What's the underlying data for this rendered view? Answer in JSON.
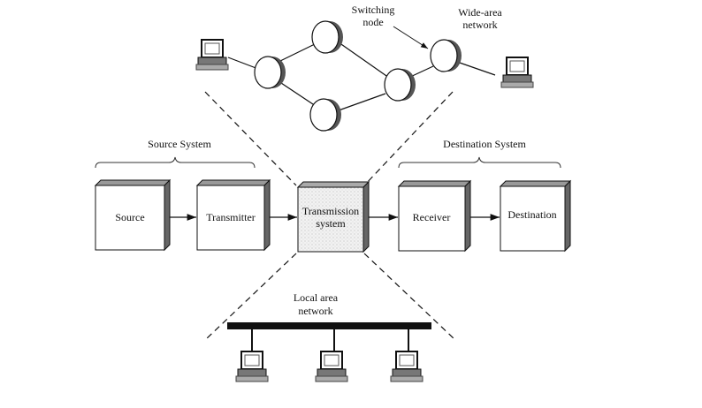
{
  "wan": {
    "label_line1": "Wide-area",
    "label_line2": "network",
    "switching_line1": "Switching",
    "switching_line2": "node"
  },
  "source_system": {
    "label": "Source System"
  },
  "destination_system": {
    "label": "Destination System"
  },
  "blocks": {
    "source": "Source",
    "transmitter": "Transmitter",
    "transmission_line1": "Transmission",
    "transmission_line2": "system",
    "receiver": "Receiver",
    "destination": "Destination"
  },
  "lan": {
    "label_line1": "Local area",
    "label_line2": "network"
  }
}
